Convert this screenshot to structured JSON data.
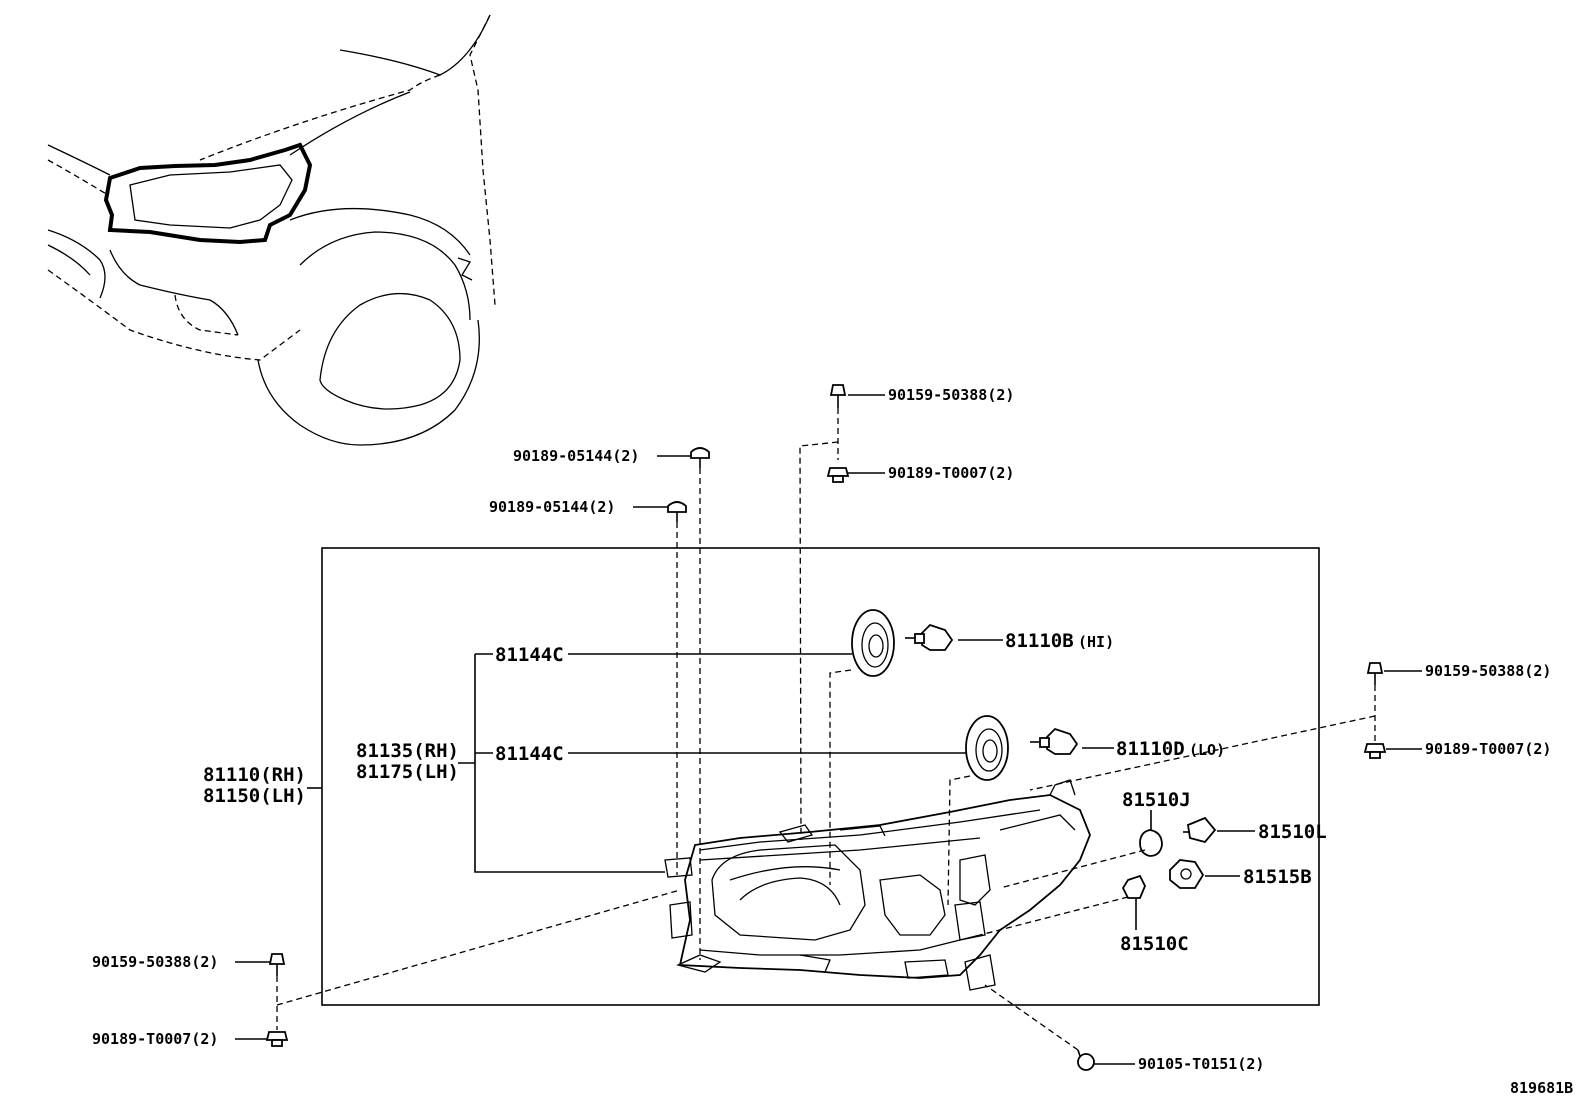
{
  "labels": {
    "p90159_50388_top": "90159-50388(2)",
    "p90189_T0007_top": "90189-T0007(2)",
    "p90189_05144_a": "90189-05144(2)",
    "p90189_05144_b": "90189-05144(2)",
    "p81144C_upper": "81144C",
    "p81144C_lower": "81144C",
    "p81110B": "81110B",
    "p81110B_sub": "(HI)",
    "p81110D": "81110D",
    "p81110D_sub": "(LO)",
    "p81135": "81135(RH)",
    "p81175": "81175(LH)",
    "p81110": "81110(RH)",
    "p81150": "81150(LH)",
    "p90159_50388_right": "90159-50388(2)",
    "p90189_T0007_right": "90189-T0007(2)",
    "p81510J": "81510J",
    "p81510L": "81510L",
    "p81515B": "81515B",
    "p81510C": "81510C",
    "p90159_50388_left": "90159-50388(2)",
    "p90189_T0007_left": "90189-T0007(2)",
    "p90105_T0151": "90105-T0151(2)",
    "diagram_id": "819681B"
  }
}
